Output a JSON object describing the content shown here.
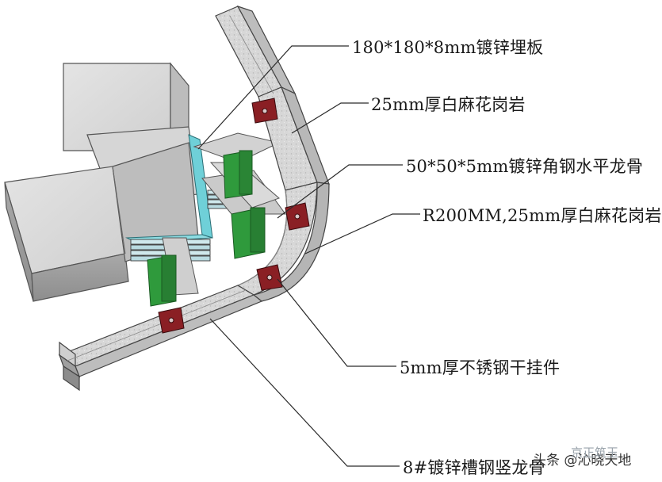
{
  "labels": {
    "embed_plate": "180*180*8mm镀锌埋板",
    "granite_25": "25mm厚白麻花岗岩",
    "angle_steel": "50*50*5mm镀锌角钢水平龙骨",
    "granite_r200": "R200MM,25mm厚白麻花岗岩",
    "hanger": "5mm厚不锈钢干挂件",
    "channel_steel": "8#镀锌槽钢竖龙骨"
  },
  "watermark": {
    "prefix": "头条",
    "handle": "@沁晓天地",
    "ghost": "京正筑玉"
  },
  "colors": {
    "concrete": "#c9c9c9",
    "granite": "#d9d9d9",
    "steel_green": "#2f9a3c",
    "anchor_red": "#8a1f24",
    "plate_cyan": "#6fd0d8"
  }
}
